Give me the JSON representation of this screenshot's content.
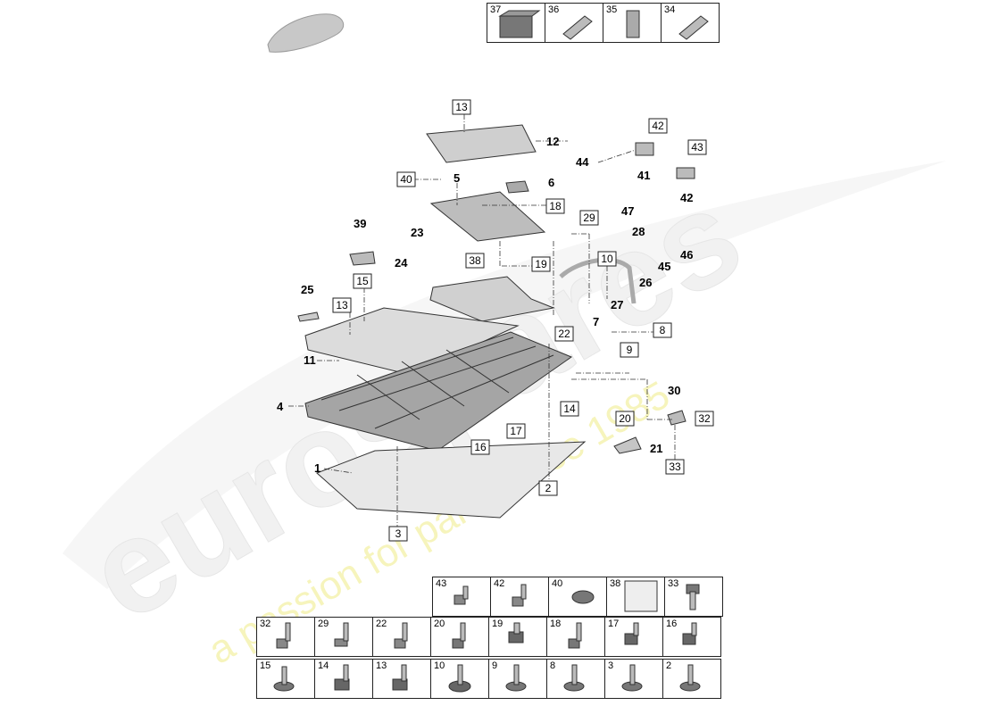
{
  "watermark": {
    "brand": "eurospares",
    "slogan": "a passion for parts since 1985"
  },
  "top_parts_strip": [
    "37",
    "36",
    "35",
    "34"
  ],
  "callouts": {
    "boxed": [
      "13",
      "42",
      "43",
      "40",
      "18",
      "29",
      "38",
      "19",
      "10",
      "15",
      "13",
      "22",
      "8",
      "9",
      "14",
      "20",
      "32",
      "17",
      "16",
      "2",
      "3",
      "33"
    ],
    "plain": [
      "12",
      "44",
      "41",
      "42",
      "5",
      "6",
      "47",
      "28",
      "39",
      "23",
      "24",
      "45",
      "46",
      "26",
      "25",
      "7",
      "27",
      "11",
      "4",
      "30",
      "21",
      "1"
    ]
  },
  "fastener_grid": {
    "row1": [
      "43",
      "42",
      "40",
      "38",
      "33"
    ],
    "row2": [
      "32",
      "29",
      "22",
      "20",
      "19",
      "18",
      "17",
      "16"
    ],
    "row3": [
      "15",
      "14",
      "13",
      "10",
      "9",
      "8",
      "3",
      "2"
    ]
  }
}
